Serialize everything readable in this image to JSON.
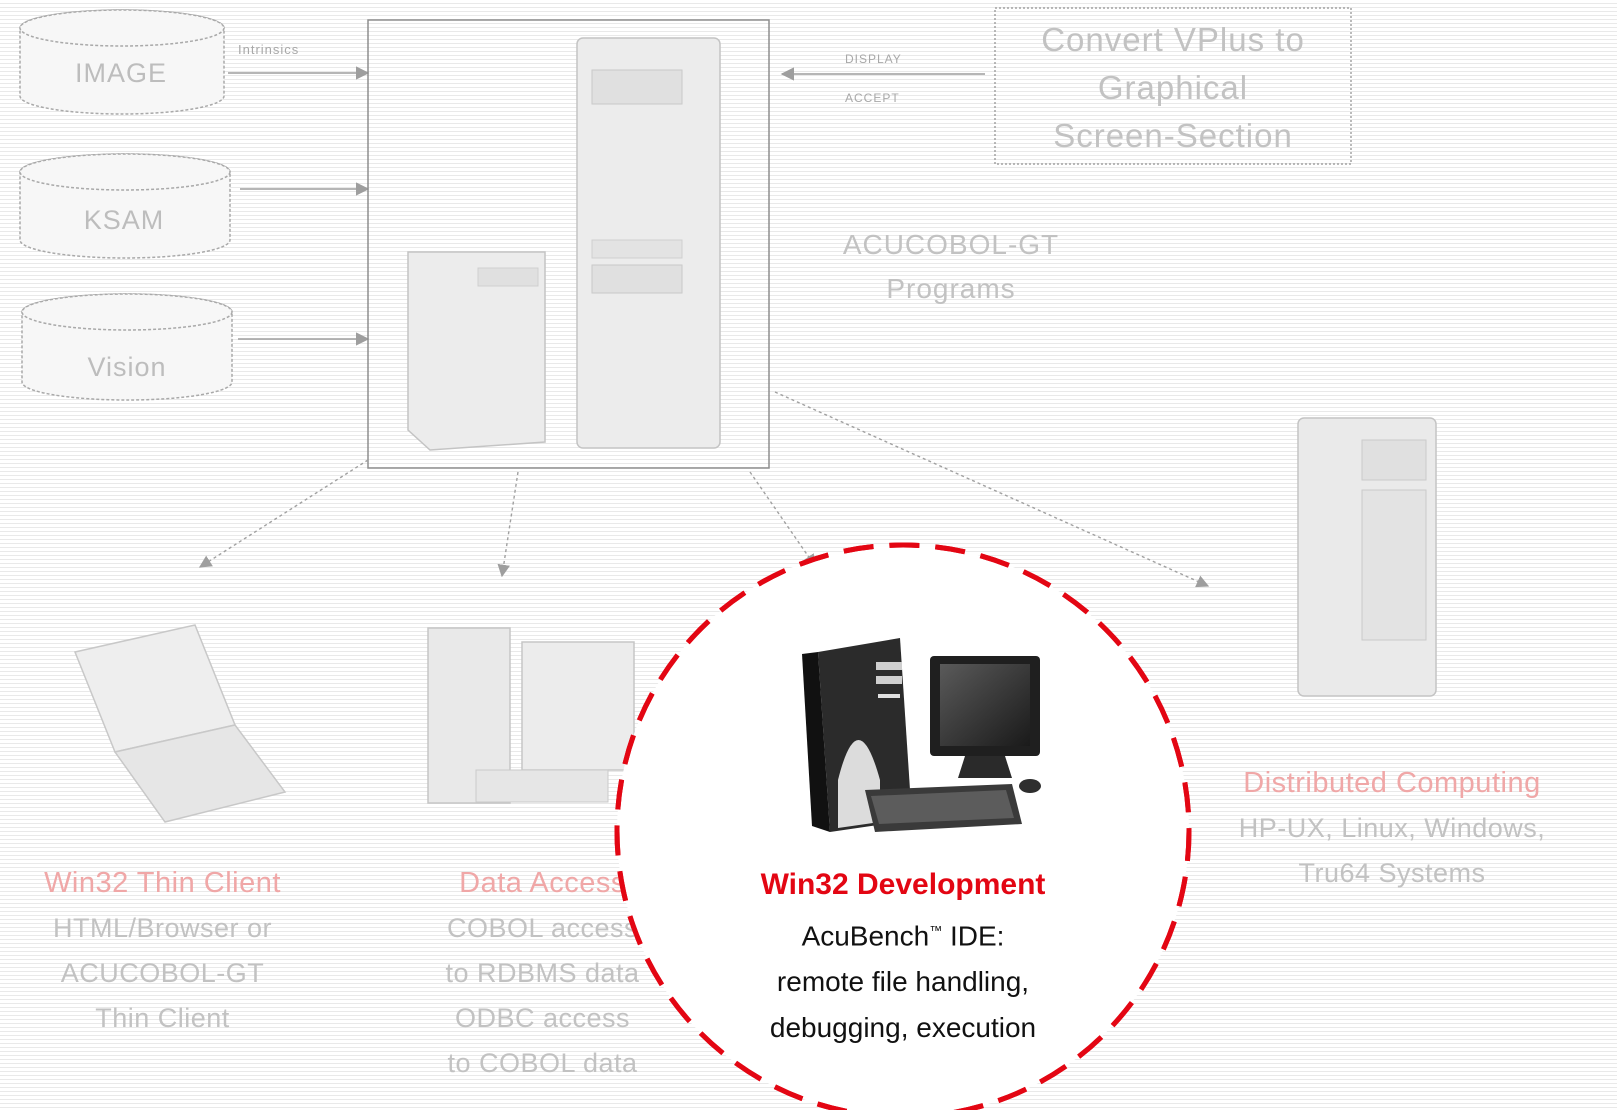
{
  "databases": [
    {
      "label": "IMAGE"
    },
    {
      "label": "KSAM"
    },
    {
      "label": "Vision"
    }
  ],
  "labels": {
    "intrinsics": "Intrinsics",
    "display": "DISPLAY",
    "accept": "ACCEPT"
  },
  "convert_box": {
    "line1": "Convert VPlus to",
    "line2": "Graphical",
    "line3": "Screen-Section"
  },
  "programs": {
    "line1": "ACUCOBOL-GT",
    "line2": "Programs"
  },
  "thin_client": {
    "title": "Win32 Thin Client",
    "line1": "HTML/Browser or",
    "line2": "ACUCOBOL-GT",
    "line3": "Thin Client"
  },
  "data_access": {
    "title": "Data Access",
    "line1": "COBOL access",
    "line2": "to RDBMS data",
    "line3": "ODBC access",
    "line4": "to COBOL data"
  },
  "distributed": {
    "title": "Distributed Computing",
    "line1": "HP-UX, Linux, Windows,",
    "line2": "Tru64 Systems"
  },
  "development": {
    "title": "Win32 Development",
    "line1_pre": "AcuBench",
    "line1_tm": "™",
    "line1_post": " IDE:",
    "line2": "remote file handling,",
    "line3": "debugging, execution"
  },
  "colors": {
    "highlight_red": "#e30613",
    "faded_red": "#f0a7a7",
    "faded_gray": "#c2c2c2"
  }
}
